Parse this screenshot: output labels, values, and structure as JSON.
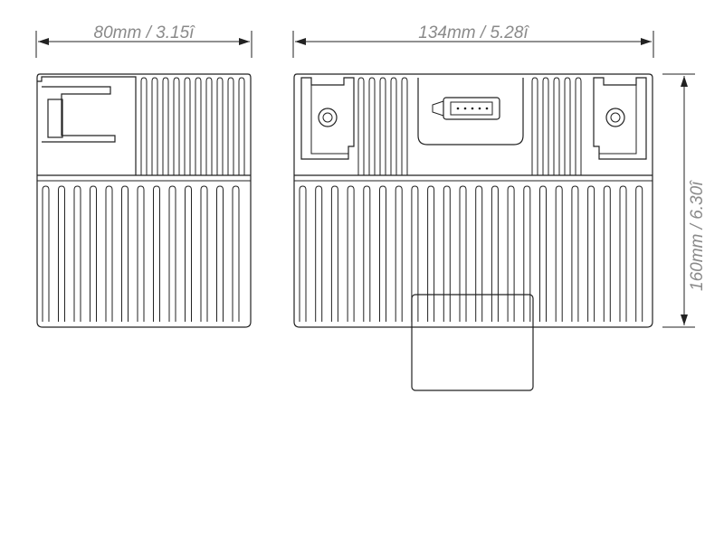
{
  "dimensions": {
    "side_width_label": "80mm / 3.15î",
    "front_width_label": "134mm / 5.28î",
    "height_label": "160mm / 6.30î"
  },
  "colors": {
    "line": "#222222",
    "dimension_text": "#8a8a8a",
    "background": "#ffffff"
  }
}
